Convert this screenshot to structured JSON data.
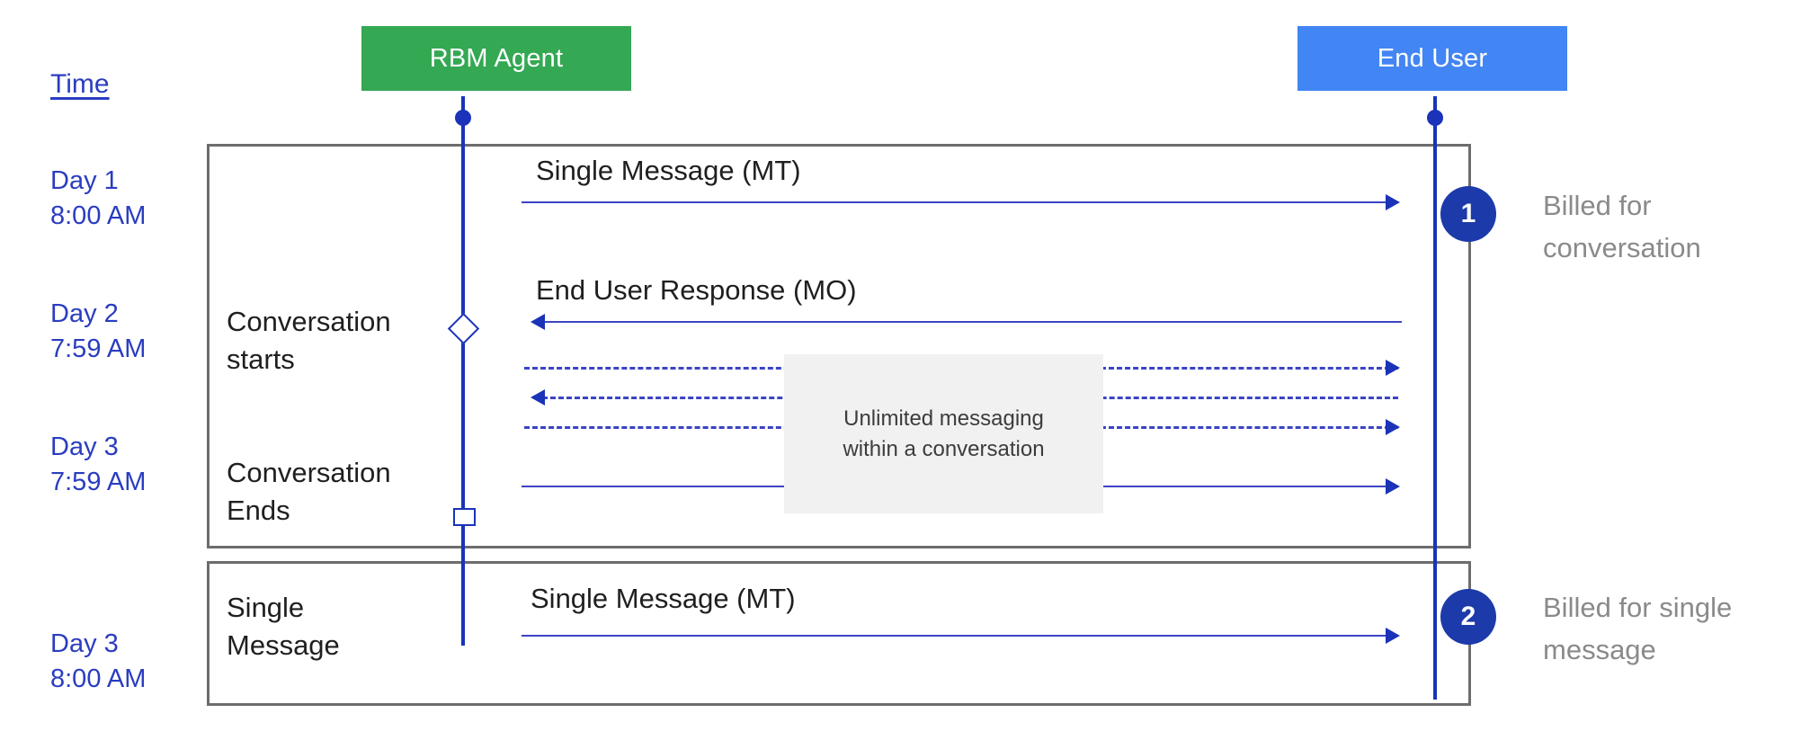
{
  "diagram": {
    "title_column": {
      "heading": "Time",
      "entries": [
        {
          "id": "day1",
          "text": "Day 1\n8:00 AM"
        },
        {
          "id": "day2",
          "text": "Day 2\n7:59 AM"
        },
        {
          "id": "day3a",
          "text": "Day 3\n7:59 AM"
        },
        {
          "id": "day3b",
          "text": "Day 3\n8:00 AM"
        }
      ]
    },
    "actors": [
      {
        "id": "rbm-agent",
        "label": "RBM Agent",
        "color": "#34a853"
      },
      {
        "id": "end-user",
        "label": "End User",
        "color": "#4285f4"
      }
    ],
    "stage_labels": [
      {
        "id": "conversation-starts",
        "text": "Conversation\nstarts"
      },
      {
        "id": "conversation-ends",
        "text": "Conversation\nEnds"
      },
      {
        "id": "single-message",
        "text": "Single\nMessage"
      }
    ],
    "messages": [
      {
        "id": "mt-1",
        "label": "Single Message (MT)",
        "direction": "right",
        "style": "solid"
      },
      {
        "id": "mo-1",
        "label": "End User Response (MO)",
        "direction": "left",
        "style": "solid"
      },
      {
        "id": "unlimited-1",
        "label": "",
        "direction": "right",
        "style": "dashed"
      },
      {
        "id": "unlimited-2",
        "label": "",
        "direction": "left",
        "style": "dashed"
      },
      {
        "id": "unlimited-3",
        "label": "",
        "direction": "right",
        "style": "dashed"
      },
      {
        "id": "closing-1",
        "label": "",
        "direction": "right",
        "style": "solid"
      },
      {
        "id": "mt-2",
        "label": "Single Message (MT)",
        "direction": "right",
        "style": "solid"
      }
    ],
    "callout": {
      "text": "Unlimited messaging\nwithin a conversation"
    },
    "billing": [
      {
        "id": "billing-1",
        "badge": "1",
        "caption": "Billed for\nconversation"
      },
      {
        "id": "billing-2",
        "badge": "2",
        "caption": "Billed for single\nmessage"
      }
    ],
    "colors": {
      "agent_green": "#34a853",
      "user_blue": "#4285f4",
      "lifeline_blue": "#1a33b8",
      "badge_blue": "#1c3aa9",
      "time_text_blue": "#2a3dc0",
      "group_border_gray": "#6d6d6d",
      "callout_background": "#f1f1f1",
      "caption_gray": "#8a8a8a"
    }
  }
}
